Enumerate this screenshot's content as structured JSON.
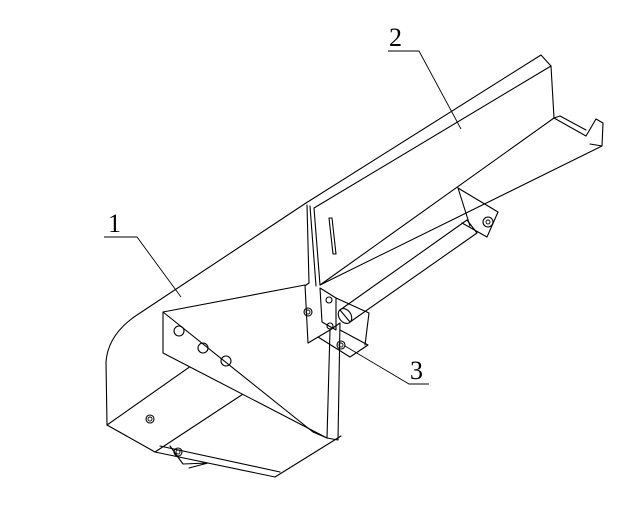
{
  "labels": {
    "part1": "1",
    "part2": "2",
    "part3": "3"
  },
  "colors": {
    "line": "#000000",
    "background": "#ffffff"
  }
}
